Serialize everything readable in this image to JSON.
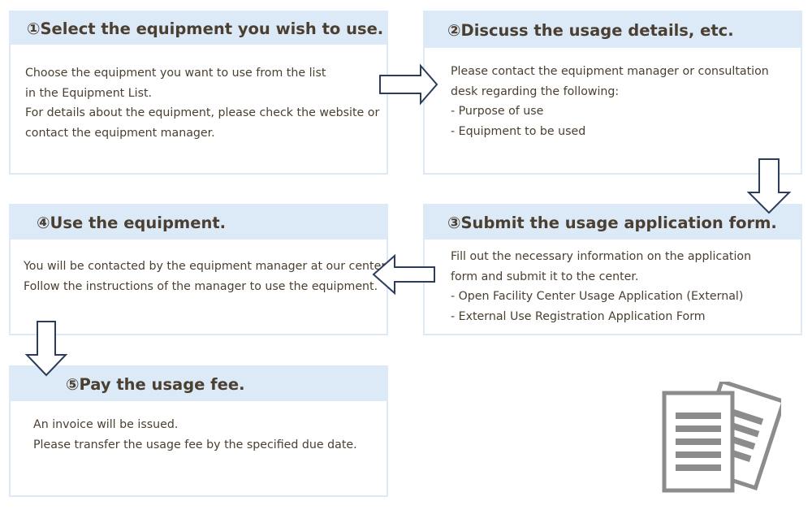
{
  "steps": [
    {
      "number": "①",
      "title": "Select the equipment you wish to use.",
      "lines": [
        "Choose the equipment you want to use from the list",
        "in the Equipment List.",
        "For details about the equipment, please check the website or",
        "contact the equipment manager."
      ]
    },
    {
      "number": "②",
      "title": "Discuss the usage details, etc.",
      "lines": [
        "Please contact the equipment manager or consultation",
        "desk regarding the following:",
        "- Purpose of use",
        "- Equipment to be used"
      ]
    },
    {
      "number": "③",
      "title": "Submit the usage application form.",
      "lines": [
        "Fill out the necessary information on the application",
        "form and submit it to the center.",
        "- Open Facility Center Usage Application (External)",
        "- External Use Registration Application Form"
      ]
    },
    {
      "number": "④",
      "title": "Use the equipment.",
      "lines": [
        "You will be contacted by the equipment manager at our center.",
        "Follow the instructions of the manager to use the equipment."
      ]
    },
    {
      "number": "⑤",
      "title": "Pay the usage fee.",
      "lines": [
        "An invoice will be issued.",
        "Please transfer the usage fee by the specified due date."
      ]
    }
  ],
  "icons": {
    "arrow": "block-arrow-icon",
    "documents": "documents-icon"
  },
  "colors": {
    "header_bg": "#dce9f6",
    "card_border": "#dce9f6",
    "text": "#4a3f30",
    "arrow_stroke": "#2b3d5b",
    "doc_gray": "#8c8c8c"
  }
}
